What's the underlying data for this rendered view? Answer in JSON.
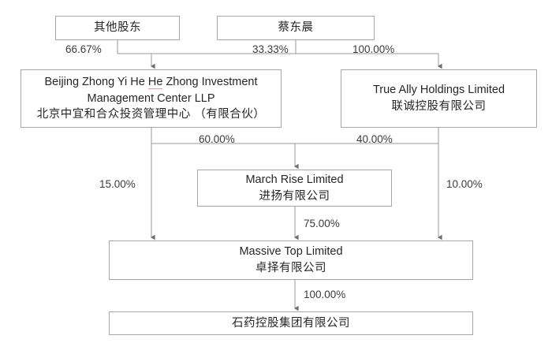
{
  "diagram": {
    "title": "Shareholding structure chart",
    "type": "org-ownership-chart",
    "colors": {
      "box_border": "#a6a6a6",
      "connector": "#808080",
      "text": "#262626",
      "spellcheck_underline": "#e8a0a8",
      "background": "#ffffff"
    },
    "nodes": {
      "other_shareholders": {
        "line1": "其他股东"
      },
      "cai_dongchen": {
        "line1": "蔡东晨"
      },
      "beijing_llp": {
        "line1a": "Beijing Zhong Yi He ",
        "line1b": "He",
        "line1c": " Zhong Investment",
        "line2": "Management Center LLP",
        "line3": "北京中宜和合众投资管理中心 （有限合伙）"
      },
      "true_ally": {
        "line1": "True Ally Holdings Limited",
        "line2": "联诚控股有限公司"
      },
      "march_rise": {
        "line1": "March Rise Limited",
        "line2": "进扬有限公司"
      },
      "massive_top": {
        "line1": "Massive Top Limited",
        "line2": "卓择有限公司"
      },
      "cspc_holdings": {
        "line1": "石药控股集团有限公司"
      }
    },
    "edges": {
      "other_to_beijing": "66.67%",
      "cai_to_beijing": "33.33%",
      "cai_to_trueally": "100.00%",
      "beijing_to_march": "60.00%",
      "trueally_to_march": "40.00%",
      "beijing_to_massive": "15.00%",
      "trueally_to_massive": "10.00%",
      "march_to_massive": "75.00%",
      "massive_to_cspc": "100.00%"
    }
  }
}
